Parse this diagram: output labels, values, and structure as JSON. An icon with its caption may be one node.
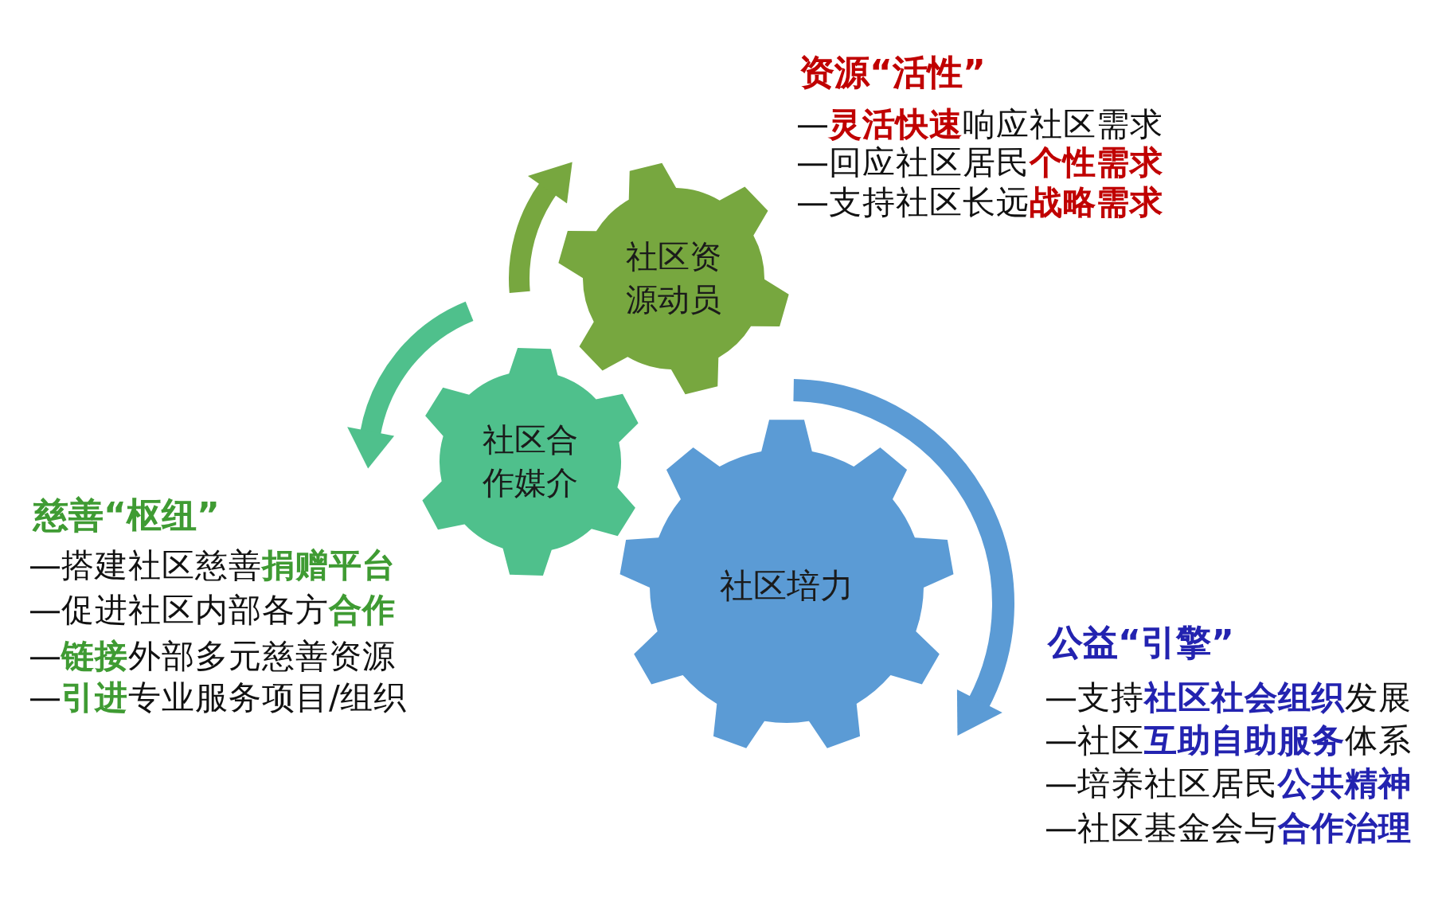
{
  "diagram": {
    "nodes": [
      {
        "text": [
          "社区资源动员"
        ]
      },
      {
        "text": [
          "社区合作媒介"
        ]
      },
      {
        "text": [
          "社区培力"
        ]
      }
    ],
    "labels": [
      "资源“活性”",
      "—**灵活快速**响应社区需求",
      "—回应社区居民**个性需求**",
      "—支持社区长远**战略需求**",
      "慈善“枢纽”",
      "—搭建社区慈善**捐赠平台**",
      "—促进社区内部各方**合作**",
      "—**链接**外部多元慈善资源",
      "—**引进**专业服务项目/组织",
      "公益“引擎”",
      "—支持**社区社会组织**发展",
      "—社区**互助自助服务**体系",
      "—培养社区居民**公共精神**",
      "—社区基金会与**合作治理**"
    ]
  }
}
